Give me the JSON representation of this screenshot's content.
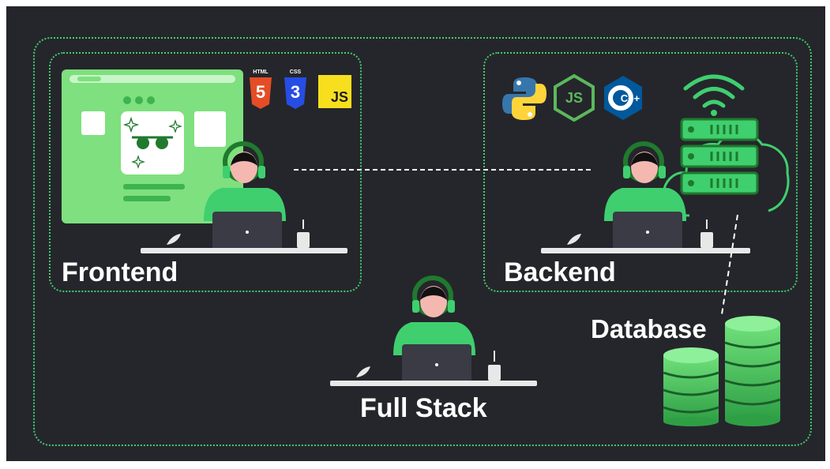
{
  "labels": {
    "frontend": "Frontend",
    "backend": "Backend",
    "database": "Database",
    "full_stack": "Full Stack"
  },
  "badges": {
    "html_caption": "HTML",
    "html_number": "5",
    "css_caption": "CSS",
    "css_number": "3",
    "js": "JS",
    "node": "JS",
    "cpp": "C++"
  },
  "colors": {
    "background": "#25262b",
    "accent_green": "#3fcf6f",
    "bright_green": "#4cd964",
    "html_orange": "#e44d26",
    "css_blue": "#264de4",
    "js_yellow": "#f7df1e",
    "python_blue": "#3776ab",
    "python_yellow": "#ffd43b",
    "cpp_blue": "#00599c"
  },
  "icons": [
    "html5-icon",
    "css3-icon",
    "js-icon",
    "python-icon",
    "nodejs-icon",
    "cpp-icon",
    "wifi-icon",
    "server-cloud-icon",
    "database-icon",
    "laptop-icon",
    "headphones-icon",
    "sunglasses-icon",
    "sparkle-icon"
  ]
}
